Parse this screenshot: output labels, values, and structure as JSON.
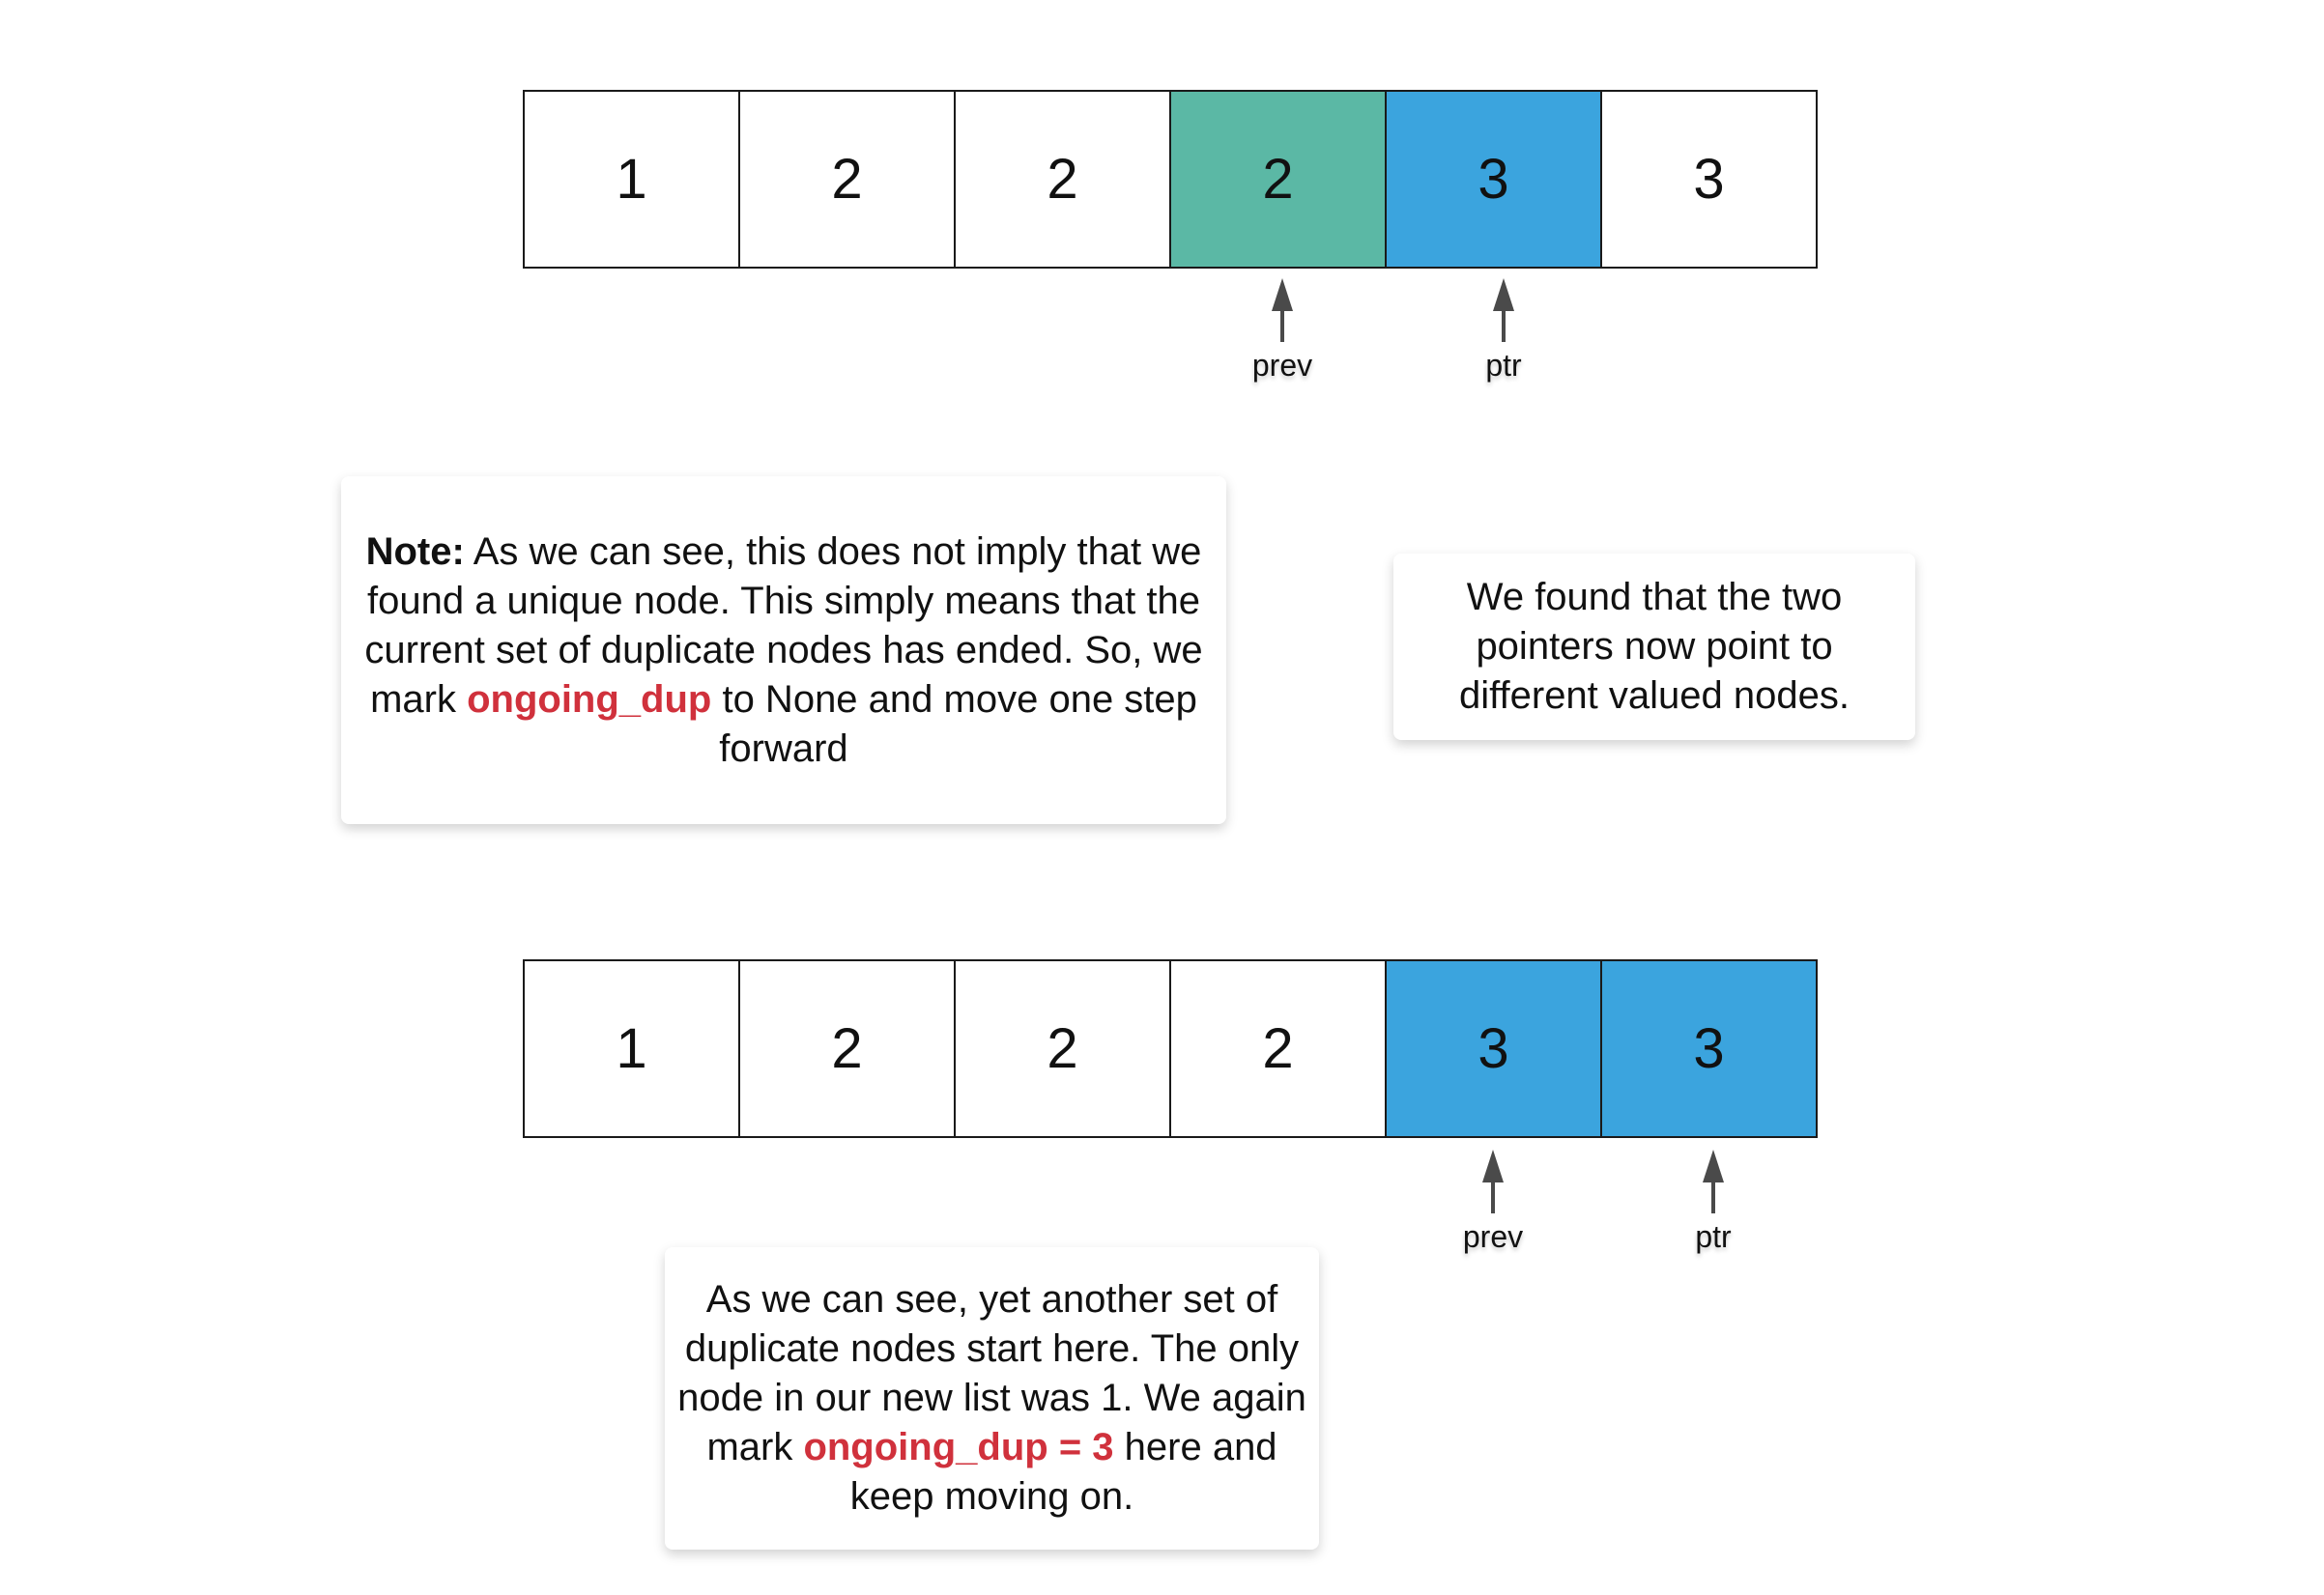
{
  "colors": {
    "prev_highlight": "#5bb8a5",
    "ptr_highlight": "#3ba4de",
    "emphasis_text": "#d0313c"
  },
  "top_row": {
    "cells": [
      "1",
      "2",
      "2",
      "2",
      "3",
      "3"
    ],
    "highlights": [
      null,
      null,
      null,
      "prev",
      "ptr",
      null
    ],
    "pointers": [
      {
        "label": "prev",
        "cell_index": 3
      },
      {
        "label": "ptr",
        "cell_index": 4
      }
    ]
  },
  "bottom_row": {
    "cells": [
      "1",
      "2",
      "2",
      "2",
      "3",
      "3"
    ],
    "highlights": [
      null,
      null,
      null,
      null,
      "ptr",
      "ptr"
    ],
    "pointers": [
      {
        "label": "prev",
        "cell_index": 4
      },
      {
        "label": "ptr",
        "cell_index": 5
      }
    ]
  },
  "note_box": {
    "bold_prefix": "Note:",
    "text_1": " As we can see, this does not imply that we found a unique node. This simply means that the current set of duplicate nodes has ended. So, we mark ",
    "highlight": "ongoing_dup",
    "text_2": " to None and move one step forward"
  },
  "found_box": {
    "text": "We found that the two pointers now point to different valued nodes."
  },
  "bottom_box": {
    "text_1": "As we can see, yet another set of duplicate nodes start here. The only node in our new list was 1. We again mark ",
    "highlight": "ongoing_dup = 3",
    "text_2": " here and keep moving on."
  }
}
